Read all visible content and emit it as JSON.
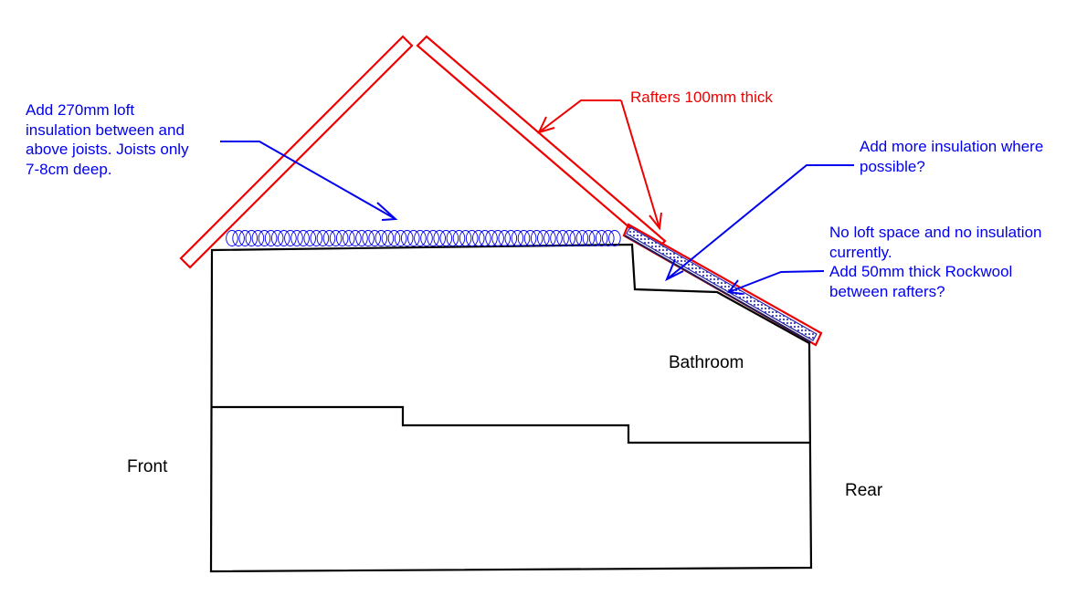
{
  "colors": {
    "blue": "#0000ee",
    "red": "#ee0000",
    "black": "#000000",
    "insulation": "#3a3acc"
  },
  "labels": {
    "loft_note": "Add 270mm loft\ninsulation between and\nabove joists. Joists only\n7-8cm deep.",
    "rafters": "Rafters 100mm thick",
    "more_insulation": "Add more insulation where\npossible?",
    "no_loft": "No loft space and no insulation\ncurrently.\nAdd 50mm thick Rockwool\nbetween rafters?",
    "bathroom": "Bathroom",
    "front": "Front",
    "rear": "Rear"
  }
}
